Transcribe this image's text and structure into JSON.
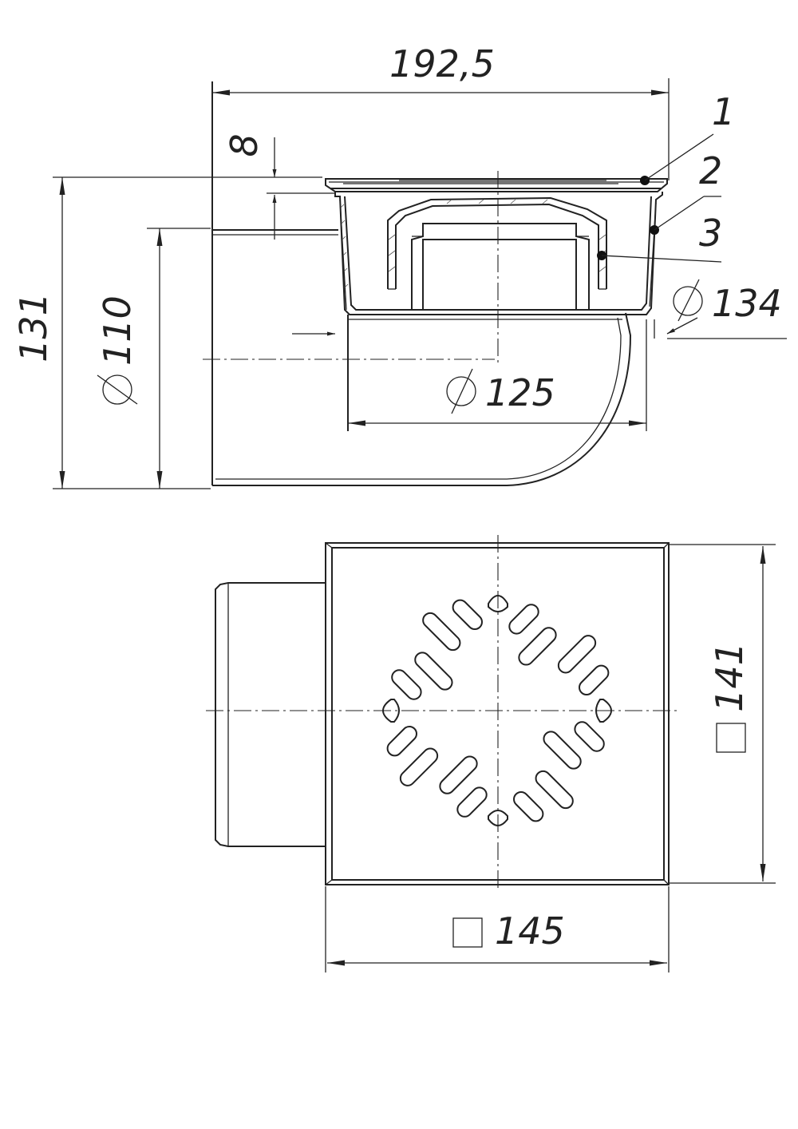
{
  "section_view": {
    "dimensions": {
      "overall_length": "192,5",
      "grate_thickness": "8",
      "overall_height": "131",
      "outlet_diameter": "110",
      "body_diameter": "125",
      "flange_diameter": "134"
    },
    "callouts": [
      "1",
      "2",
      "3"
    ]
  },
  "plan_view": {
    "dimensions": {
      "grate_side": "141",
      "frame_side": "145"
    }
  },
  "colors": {
    "line": "#222222",
    "background": "#ffffff"
  }
}
